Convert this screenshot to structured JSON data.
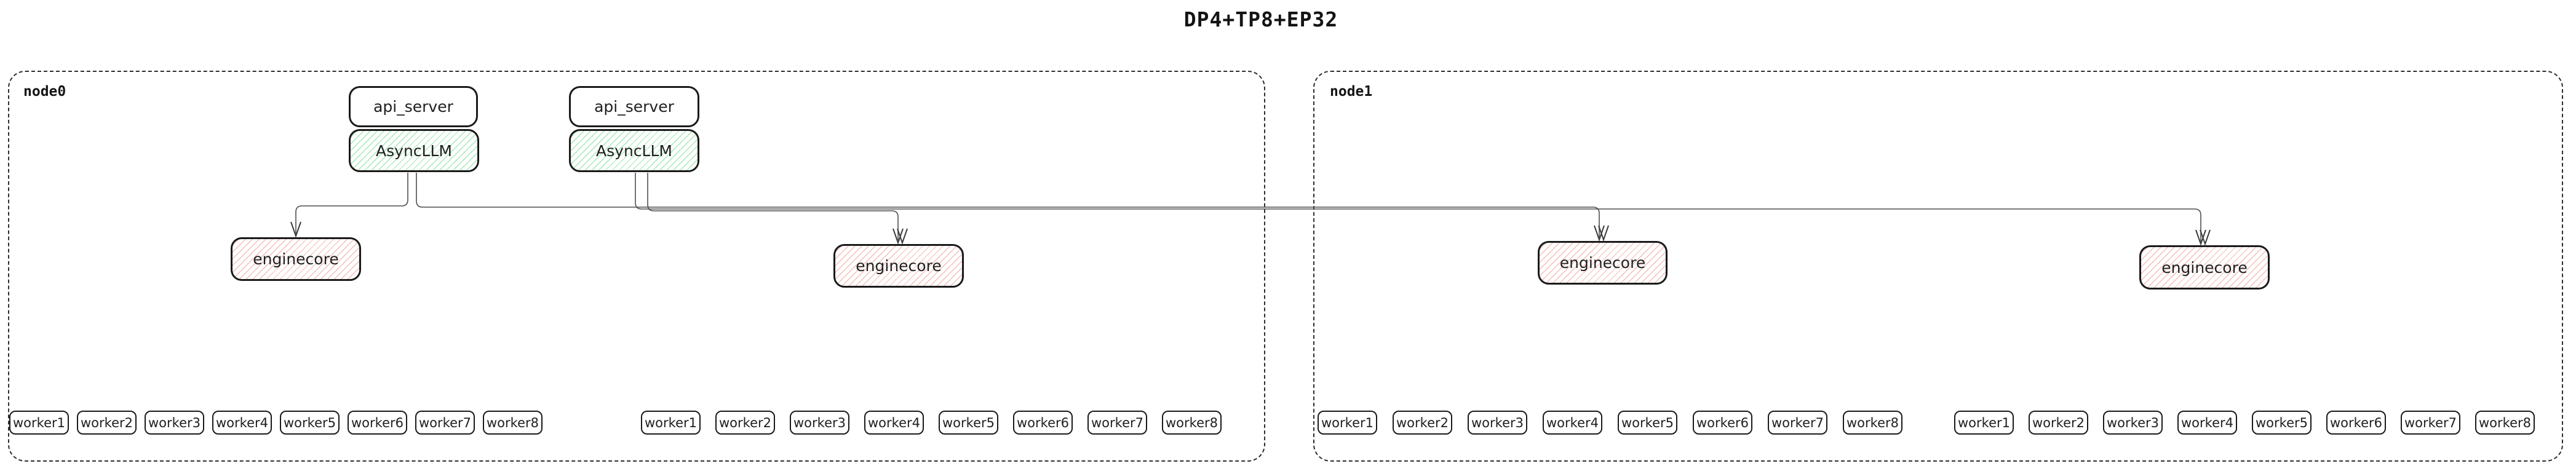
{
  "title": "DP4+TP8+EP32",
  "nodes": [
    {
      "label": "node0",
      "api_servers": [
        "api_server",
        "api_server"
      ],
      "async_llms": [
        "AsyncLLM",
        "AsyncLLM"
      ],
      "enginecores": [
        "enginecore",
        "enginecore"
      ],
      "worker_groups": [
        [
          "worker1",
          "worker2",
          "worker3",
          "worker4",
          "worker5",
          "worker6",
          "worker7",
          "worker8"
        ],
        [
          "worker1",
          "worker2",
          "worker3",
          "worker4",
          "worker5",
          "worker6",
          "worker7",
          "worker8"
        ]
      ]
    },
    {
      "label": "node1",
      "enginecores": [
        "enginecore",
        "enginecore"
      ],
      "worker_groups": [
        [
          "worker1",
          "worker2",
          "worker3",
          "worker4",
          "worker5",
          "worker6",
          "worker7",
          "worker8"
        ],
        [
          "worker1",
          "worker2",
          "worker3",
          "worker4",
          "worker5",
          "worker6",
          "worker7",
          "worker8"
        ]
      ]
    }
  ],
  "colors": {
    "async_llm_hatch": "#a5e8b5",
    "enginecore_hatch": "#f5beb8",
    "edge": "#4f4f4f",
    "box_border": "#1a1a1a",
    "node_border": "#2e2e2e"
  }
}
